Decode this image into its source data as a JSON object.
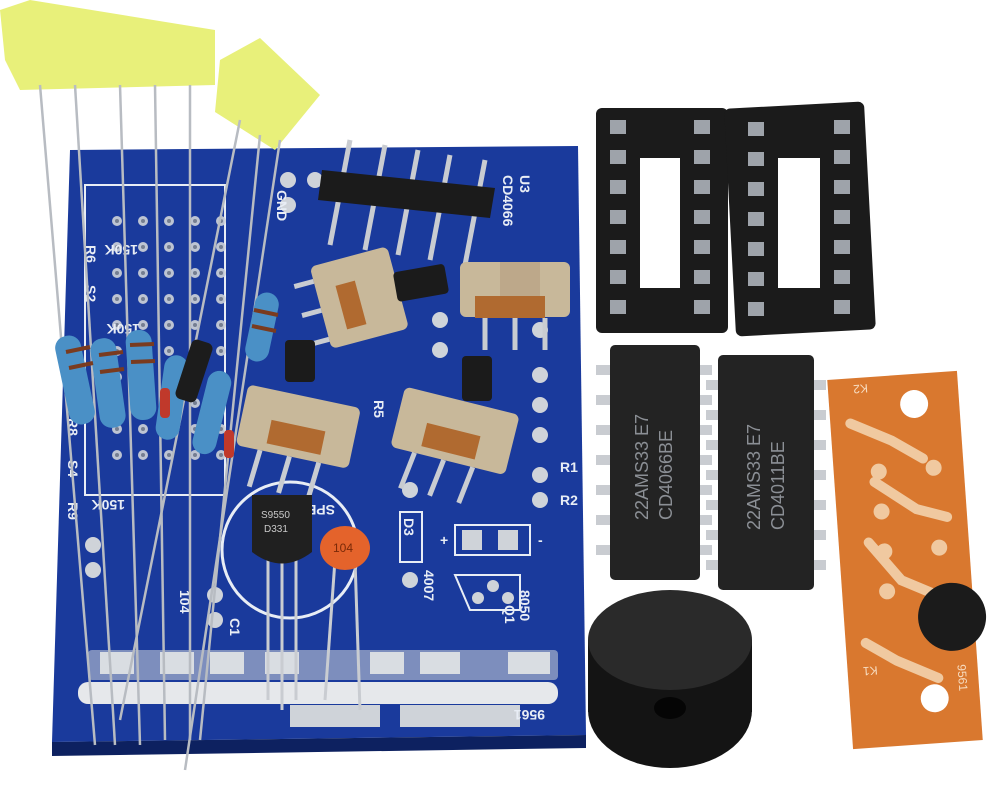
{
  "photo": {
    "subject": "electronic-kit-components",
    "colors": {
      "background": "#ffffff",
      "pcb_blue": "#1a3a9c",
      "pcb_dark": "#102a78",
      "silk": "#e8edf5",
      "pad_silver": "#cfd3d9",
      "socket_black": "#1b1b1b",
      "chip_black": "#232323",
      "orange_board": "#d9782f",
      "copper": "#f0c9a0",
      "resistor_blue": "#4a90c6",
      "switch_beige": "#c8b89a",
      "capacitor_orange": "#e4632b",
      "tape_yellow": "#e8f07a"
    }
  },
  "pcb_labels": {
    "u3_part": "CD4066",
    "u3_ref": "U3",
    "r6": "R6",
    "s2": "S2",
    "r8": "R8",
    "s4": "S4",
    "r9": "R9",
    "val_150k_a": "150K",
    "val_150k_b": "150K",
    "val_150k_c": "150K",
    "gnd": "GND",
    "spe": "SPE",
    "d3": "D3",
    "d4007": "4007",
    "q1_part": "8050",
    "q1_ref": "Q1",
    "r1": "R1",
    "r2": "R2",
    "r5": "R5",
    "c1": "C1",
    "c1_value": "104",
    "board_id": "9561",
    "plus": "+",
    "minus": "-"
  },
  "chips": {
    "left_line1": "22AMS33 E7",
    "left_line2": "CD4066BE",
    "right_line1": "22AMS33 E7",
    "right_line2": "CD4011BE"
  },
  "parts": {
    "transistor_line1": "S9550",
    "transistor_line2": "D331",
    "capacitor": "104"
  },
  "sound_module": {
    "id": "9561",
    "k1": "K1",
    "k2": "K2"
  }
}
